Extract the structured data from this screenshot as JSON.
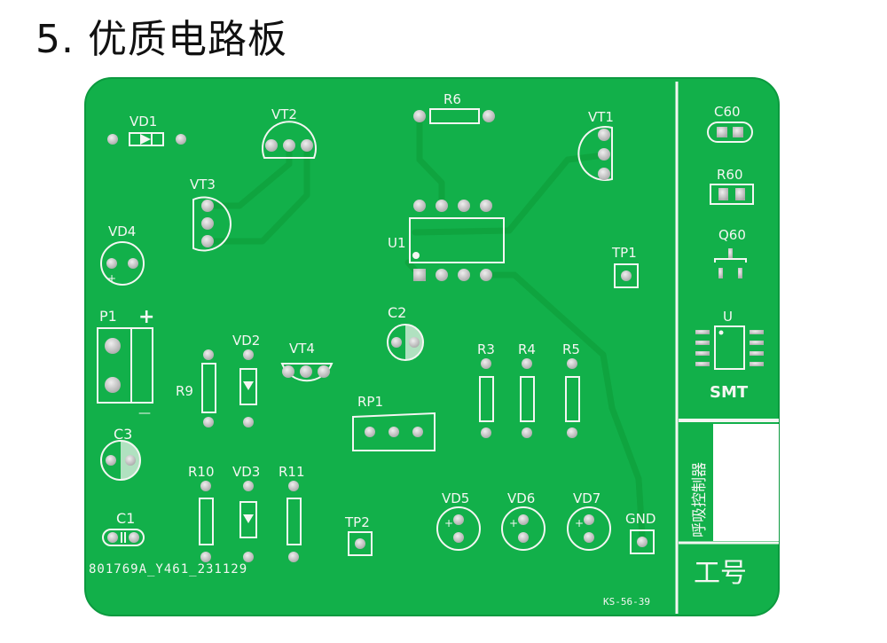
{
  "title": {
    "number": "5.",
    "text": "优质电路板"
  },
  "colors": {
    "board": "#12b04a",
    "trace": "#0ea541",
    "pad": "#c9c9c9",
    "silkscreen": "#f4f6f2"
  },
  "labels": {
    "vd1": "VD1",
    "vt2": "VT2",
    "vt3": "VT3",
    "vt1": "VT1",
    "r6": "R6",
    "u1": "U1",
    "vd4": "VD4",
    "tp1": "TP1",
    "p1": "P1",
    "p1_plus": "+",
    "p1_minus": "—",
    "c2": "C2",
    "vd2": "VD2",
    "vt4": "VT4",
    "r9": "R9",
    "r3": "R3",
    "r4": "R4",
    "r5": "R5",
    "rp1": "RP1",
    "c3": "C3",
    "r10": "R10",
    "vd3": "VD3",
    "r11": "R11",
    "vd5": "VD5",
    "vd6": "VD6",
    "vd7": "VD7",
    "gnd": "GND",
    "tp2": "TP2",
    "c1": "C1",
    "board_id": "801769A_Y461_231129",
    "board_code": "KS-56-39"
  },
  "smt_panel": {
    "c60": "C60",
    "r60": "R60",
    "q60": "Q60",
    "u": "U",
    "smt": "SMT",
    "project": "呼吸控制器",
    "worker_id": "工号"
  }
}
